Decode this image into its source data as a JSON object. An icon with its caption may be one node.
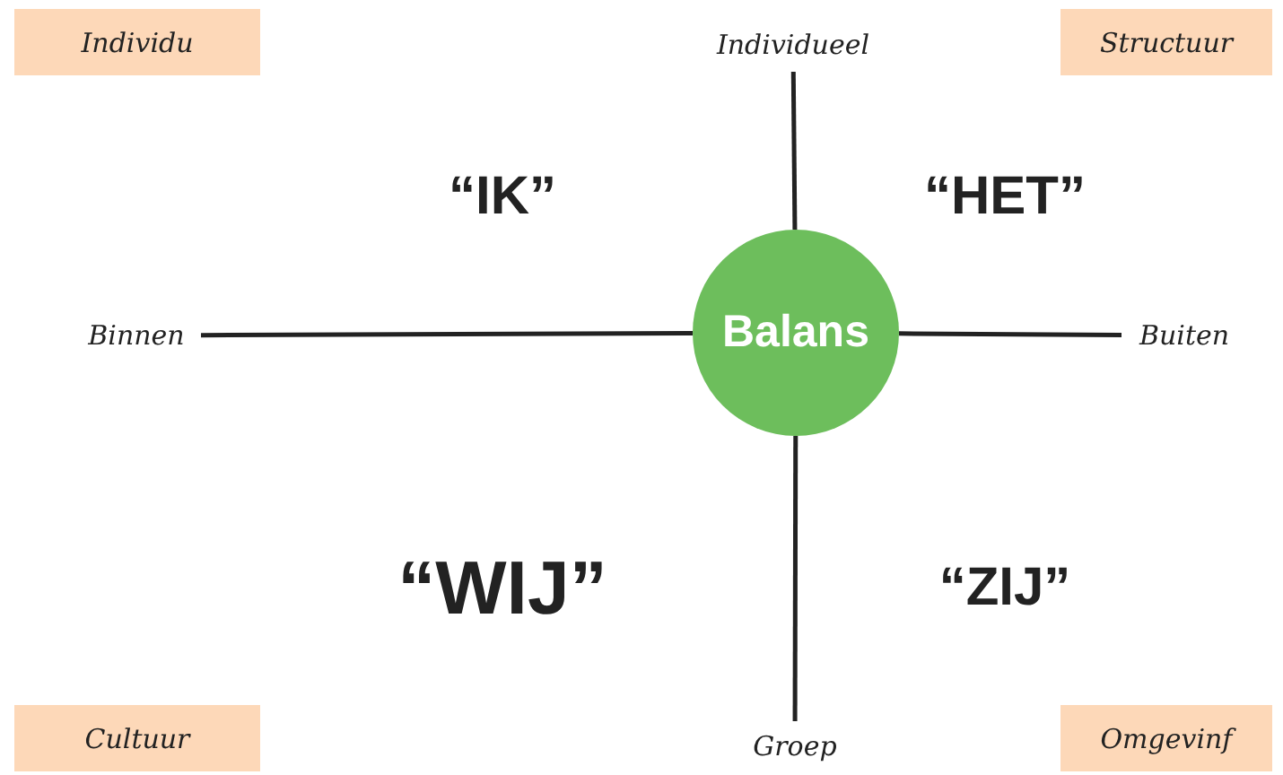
{
  "diagram": {
    "nodes": [
      {
        "text": [
          "Individu"
        ]
      },
      {
        "text": [
          "Structuur"
        ]
      },
      {
        "text": [
          "Individueel"
        ]
      },
      {
        "text": [
          "Binnen"
        ]
      },
      {
        "text": [
          "Balans"
        ]
      },
      {
        "text": [
          "Buiten"
        ]
      },
      {
        "text": [
          "Cultuur"
        ]
      },
      {
        "text": [
          "Groep"
        ]
      },
      {
        "text": [
          "Omgevinf"
        ]
      }
    ],
    "edges": [
      {
        "from": 2,
        "to": 4,
        "arrow": "none"
      },
      {
        "from": 3,
        "to": 4,
        "arrow": "none"
      },
      {
        "from": 4,
        "to": 5,
        "arrow": "none"
      },
      {
        "from": 4,
        "to": 7,
        "arrow": "none"
      }
    ],
    "labels": [
      "“IK”",
      "“HET”",
      "“WIJ”",
      "“ZIJ”"
    ]
  }
}
